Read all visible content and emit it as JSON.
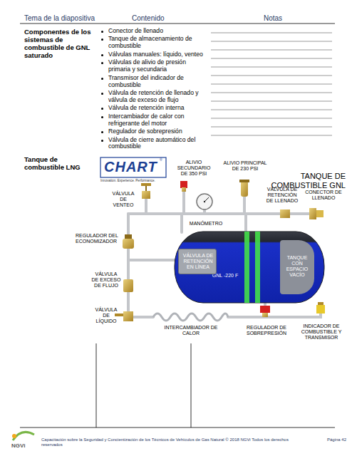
{
  "diagram": {
    "nodes": [
      {
        "text": [
          "GNL -220 F"
        ]
      },
      {
        "text": [
          "TANQUE CON ESPACIO VACÍO"
        ],
        "in": 0
      },
      {
        "text": [
          "VÁLVULA DE RETENCIÓN EN LÍNEA"
        ]
      }
    ],
    "labels": [
      "Tema de la diapositiva",
      "Contenido",
      "Notas",
      "Componentes de los sistemas de combustible de GNL saturado",
      "Conector de llenado",
      "Tanque de almacenamiento de combustible",
      "Válvulas manuales: líquido, venteo",
      "Válvulas de alivio de presión primaria y secundaria",
      "Transmisor del indicador de combustible",
      "Válvula de retención de llenado y válvula de exceso de flujo",
      "Válvula de retención interna",
      "Intercambiador de calor con refrigerante del motor",
      "Regulador de sobrepresión",
      "Válvula de cierre automático del combustible",
      "Tanque de combustible LNG",
      "CHART",
      "®",
      "Innovation. Experience. Performance.",
      "ALIVIO SECUNDARIO DE 350 PSI",
      "ALIVIO PRINCIPAL DE 230 PSI",
      "TANQUE DE COMBUSTIBLE GNL",
      "VÁLVULA DE VENTEO",
      "MANÓMETRO",
      "VÁLVULA DE RETENCIÓN DE LLENADO",
      "CONECTOR DE LLENADO",
      "REGULADOR DEL ECONOMIZADOR",
      "VÁLVULA DE EXCESO DE FLUJO",
      "VÁLVULA DE LÍQUIDO",
      "INTERCAMBIADOR DE CALOR",
      "REGULADOR DE SOBREPRESIÓN",
      "INDICADOR DE COMBUSTIBLE Y TRANSMISOR",
      "NGVi",
      "Capacitación sobre la Seguridad y Concientización de los Técnicos de Vehículos de Gas Natural © 2018 NGVi Todos los derechos reservados",
      "Página 42"
    ]
  }
}
